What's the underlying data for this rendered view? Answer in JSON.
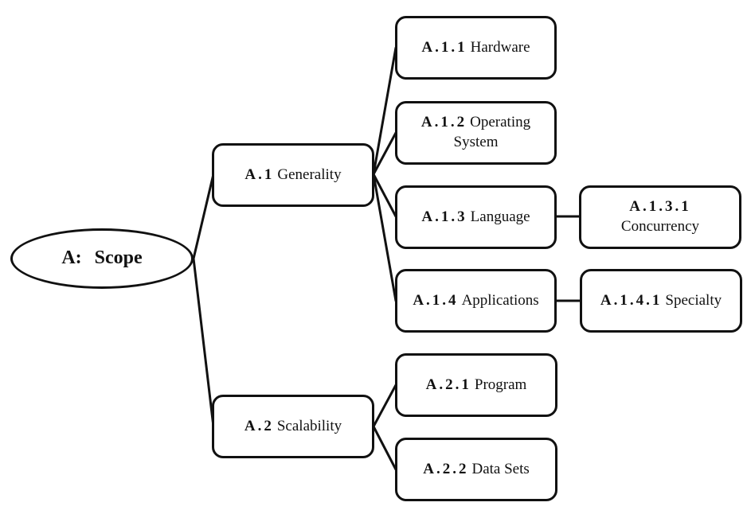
{
  "root": {
    "code": "A:",
    "label": "Scope"
  },
  "a1": {
    "code": "A.1",
    "label": "Generality"
  },
  "a2": {
    "code": "A.2",
    "label": "Scalability"
  },
  "a11": {
    "code": "A.1.1",
    "label": "Hardware"
  },
  "a12": {
    "code": "A.1.2",
    "label": "Operating System"
  },
  "a13": {
    "code": "A.1.3",
    "label": "Language"
  },
  "a14": {
    "code": "A.1.4",
    "label": "Applications"
  },
  "a131": {
    "code": "A.1.3.1",
    "label": "Concurrency"
  },
  "a141": {
    "code": "A.1.4.1",
    "label": "Specialty"
  },
  "a21": {
    "code": "A.2.1",
    "label": "Program"
  },
  "a22": {
    "code": "A.2.2",
    "label": "Data Sets"
  }
}
